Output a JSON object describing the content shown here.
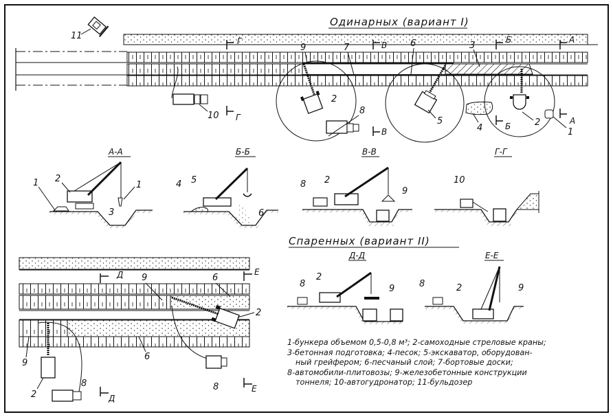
{
  "titles": {
    "variant1": "Одинарных (вариант I)",
    "variant2": "Спаренных (вариант II)"
  },
  "sections": {
    "aa": "А-А",
    "bb": "Б-Б",
    "vv": "В-В",
    "gg": "Г-Г",
    "dd": "Д-Д",
    "ee": "Е-Е"
  },
  "cut_marks": {
    "a": "А",
    "b": "Б",
    "v": "В",
    "g": "Г",
    "d": "Д",
    "e": "Е"
  },
  "callouts": {
    "n1": "1",
    "n2": "2",
    "n3": "3",
    "n4": "4",
    "n5": "5",
    "n6": "6",
    "n7": "7",
    "n8": "8",
    "n9": "9",
    "n10": "10",
    "n11": "11"
  },
  "legend": {
    "items": [
      "1-бункера объемом 0,5-0,8 м³;  2-самоходные стреловые краны;",
      "3-бетонная подготовка;  4-песок;  5-экскаватор, оборудован-",
      "ный грейфером;  6-песчаный слой; 7-бортовые доски;",
      "8-автомобили-плитовозы;  9-железобетонные конструкции",
      "тоннеля;  10-автогудронатор;  11-бульдозер"
    ]
  }
}
